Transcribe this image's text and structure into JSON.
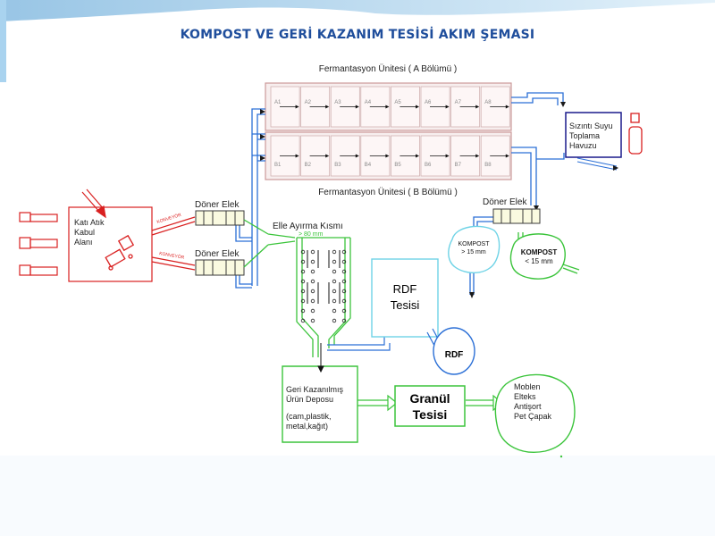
{
  "title": "KOMPOST VE GERİ KAZANIM TESİSİ AKIM ŞEMASI",
  "labels": {
    "ferm_a": "Fermantasyon Ünitesi ( A Bölümü )",
    "ferm_b": "Fermantasyon Ünitesi ( B Bölümü )",
    "kabul": [
      "Katı Atık",
      "Kabul",
      "Alanı"
    ],
    "doner_elek": "Döner Elek",
    "elle_ayirma": "Elle Ayırma Kısmı",
    "gt80": "> 80 mm",
    "sizinti": [
      "Sızıntı Suyu",
      "Toplama",
      "Havuzu"
    ],
    "kompost_gt": [
      "KOMPOST",
      "> 15 mm"
    ],
    "kompost_lt": [
      "KOMPOST",
      "< 15 mm"
    ],
    "rdf_tesisi": [
      "RDF",
      "Tesisi"
    ],
    "rdf": "RDF",
    "depo": [
      "Geri Kazanılmış",
      "Ürün Deposu",
      "",
      "(cam,plastik,",
      "metal,kağıt)"
    ],
    "granul": [
      "Granül",
      "Tesisi"
    ],
    "products": [
      "Moblen",
      "Elteks",
      "Antişort",
      "Pet Çapak"
    ],
    "konveyor": "KONVEYÖR"
  },
  "cells_a": [
    "A1",
    "A2",
    "A3",
    "A4",
    "A5",
    "A6",
    "A7",
    "A8"
  ],
  "cells_b": [
    "B1",
    "B2",
    "B3",
    "B4",
    "B5",
    "B6",
    "B7",
    "B8"
  ],
  "colors": {
    "title": "#1f4e9c",
    "blue_flow": "#2b6fd6",
    "green_flow": "#3bc43b",
    "red_input": "#d92020",
    "building": "#e0a8a8",
    "navy": "#1a1a8c"
  }
}
